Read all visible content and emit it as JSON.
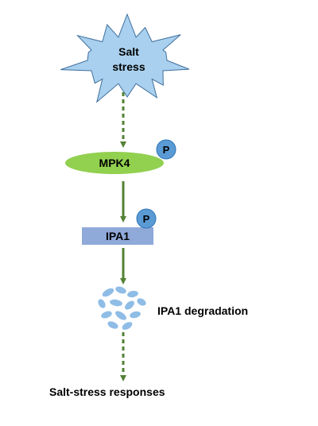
{
  "stimulus": {
    "line1": "Salt",
    "line2": "stress",
    "color": "#a9d0ee"
  },
  "kinase": {
    "label": "MPK4",
    "color": "#92d050"
  },
  "substrate": {
    "label": "IPA1",
    "color": "#8fa9d9"
  },
  "phospho": {
    "label": "P",
    "color": "#5b9bd5"
  },
  "degradation": {
    "label": "IPA1 degradation",
    "color": "#8fbde6"
  },
  "output": {
    "label": "Salt-stress responses"
  },
  "arrow_color": "#538135"
}
